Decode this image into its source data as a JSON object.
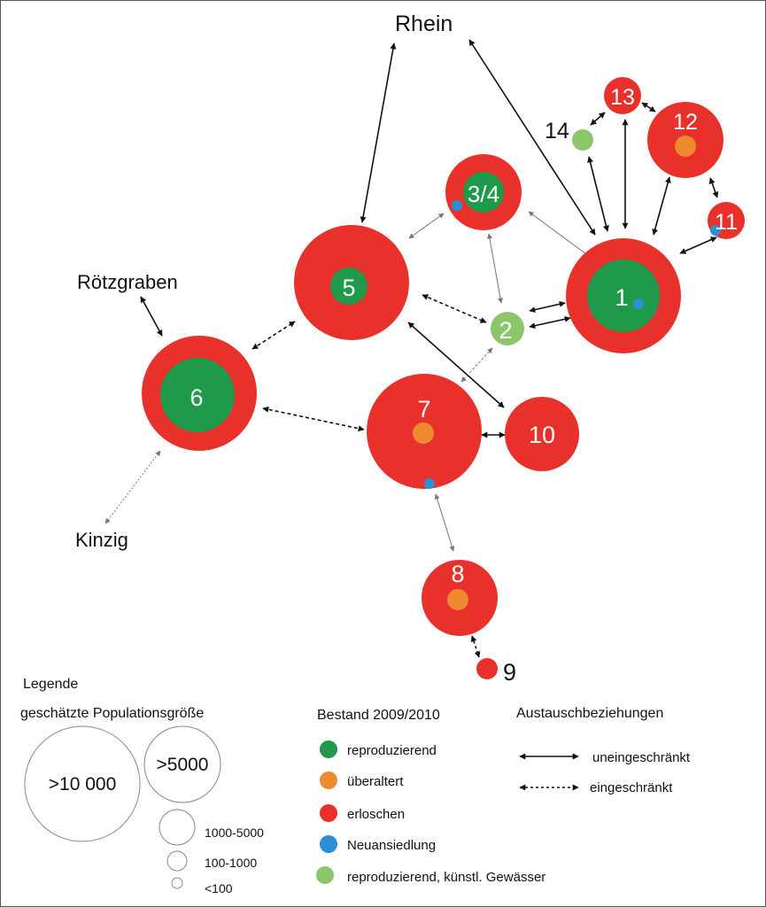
{
  "colors": {
    "red": "#e8312b",
    "dark_green": "#1e9a4a",
    "light_green": "#8cc66a",
    "orange": "#ee8a2f",
    "blue": "#2b8fd6",
    "border": "#555555",
    "line": "#111111",
    "thin_line": "#777777"
  },
  "regions": {
    "rhein": "Rhein",
    "roetzgraben": "Rötzgraben",
    "kinzig": "Kinzig"
  },
  "nodes": [
    {
      "id": "1",
      "label": "1",
      "outer": "erloschen",
      "inner": "reproduzierend",
      "neuansiedlung": true
    },
    {
      "id": "2",
      "label": "2",
      "outer": "reproduzierend, künstl. Gewässer"
    },
    {
      "id": "3_4",
      "label": "3/4",
      "outer": "erloschen",
      "inner": "reproduzierend",
      "neuansiedlung": true
    },
    {
      "id": "5",
      "label": "5",
      "outer": "erloschen",
      "inner": "reproduzierend"
    },
    {
      "id": "6",
      "label": "6",
      "outer": "erloschen",
      "inner": "reproduzierend"
    },
    {
      "id": "7",
      "label": "7",
      "outer": "erloschen",
      "inner": "überaltert",
      "neuansiedlung": true
    },
    {
      "id": "8",
      "label": "8",
      "outer": "erloschen",
      "inner": "überaltert"
    },
    {
      "id": "9",
      "label": "9",
      "outer": "erloschen"
    },
    {
      "id": "10",
      "label": "10",
      "outer": "erloschen"
    },
    {
      "id": "11",
      "label": "11",
      "outer": "erloschen",
      "neuansiedlung": true
    },
    {
      "id": "12",
      "label": "12",
      "outer": "erloschen",
      "inner": "überaltert"
    },
    {
      "id": "13",
      "label": "13",
      "outer": "erloschen"
    },
    {
      "id": "14",
      "label": "14",
      "outer": "reproduzierend, künstl. Gewässer"
    }
  ],
  "legend": {
    "title": "Legende",
    "size": {
      "title": "geschätzte Populationsgröße",
      "items": [
        ">10 000",
        ">5000",
        "1000-5000",
        "100-1000",
        "<100"
      ]
    },
    "bestand": {
      "title": "Bestand 2009/2010",
      "items": [
        "reproduzierend",
        "überaltert",
        "erloschen",
        "Neuansiedlung",
        "reproduzierend, künstl. Gewässer"
      ]
    },
    "austausch": {
      "title": "Austauschbeziehungen",
      "items": [
        "uneingeschränkt",
        "eingeschränkt"
      ]
    }
  }
}
